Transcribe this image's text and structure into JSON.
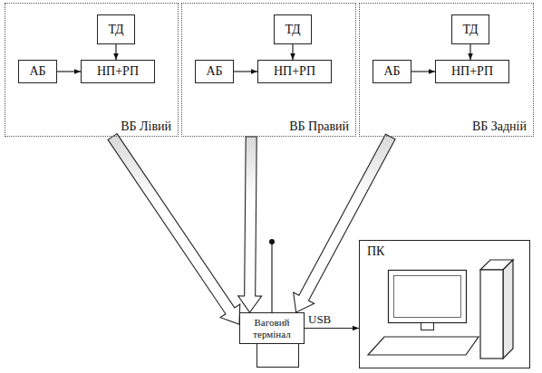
{
  "diagram": {
    "nodes": [
      {
        "text": [
          "ВБ Лівий"
        ]
      },
      {
        "text": [
          "ТД"
        ],
        "in": 0
      },
      {
        "text": [
          "АБ"
        ],
        "in": 0
      },
      {
        "text": [
          "НП+РП"
        ],
        "in": 0
      },
      {
        "text": [
          "ВБ Правий"
        ]
      },
      {
        "text": [
          "ТД"
        ],
        "in": 4
      },
      {
        "text": [
          "АБ"
        ],
        "in": 4
      },
      {
        "text": [
          "НП+РП"
        ],
        "in": 4
      },
      {
        "text": [
          "ВБ Задній"
        ]
      },
      {
        "text": [
          "ТД"
        ],
        "in": 8
      },
      {
        "text": [
          "АБ"
        ],
        "in": 8
      },
      {
        "text": [
          "НП+РП"
        ],
        "in": 8
      },
      {
        "text": [
          "Ваговий термінал"
        ]
      },
      {
        "text": [
          "ПК"
        ]
      }
    ],
    "edges": [
      {
        "from": 2,
        "to": 3,
        "arrow": "to"
      },
      {
        "from": 1,
        "to": 3,
        "arrow": "to"
      },
      {
        "from": 6,
        "to": 7,
        "arrow": "to"
      },
      {
        "from": 5,
        "to": 7,
        "arrow": "to"
      },
      {
        "from": 10,
        "to": 11,
        "arrow": "to"
      },
      {
        "from": 9,
        "to": 11,
        "arrow": "to"
      },
      {
        "from": 0,
        "to": 12,
        "arrow": "to"
      },
      {
        "from": 4,
        "to": 12,
        "arrow": "to"
      },
      {
        "from": 8,
        "to": 12,
        "arrow": "to"
      },
      {
        "from": 12,
        "to": 13,
        "label": "USB",
        "arrow": "to"
      }
    ]
  }
}
